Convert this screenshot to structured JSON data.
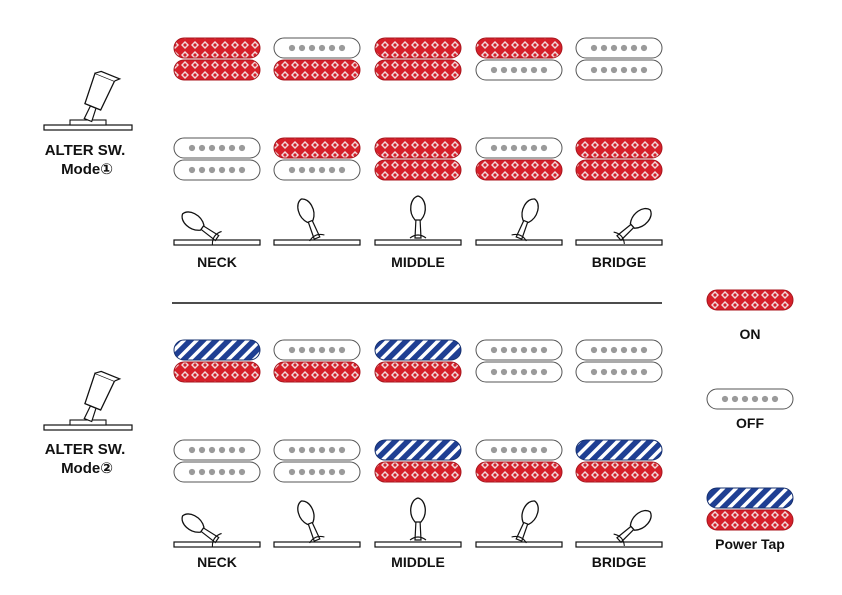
{
  "sections": [
    {
      "id": "mode1",
      "alter_label_line1": "ALTER SW.",
      "alter_label_line2": "Mode①",
      "positions": [
        {
          "neck": "on",
          "bridge": "on"
        },
        {
          "neck": "off",
          "bridge": "on"
        },
        {
          "neck": "on",
          "bridge": "on"
        },
        {
          "neck": "on",
          "bridge": "off"
        },
        {
          "neck": "off",
          "bridge": "off"
        }
      ],
      "combos": [
        {
          "neck": "off",
          "bridge": "off"
        },
        {
          "neck": "on",
          "bridge": "off"
        },
        {
          "neck": "on",
          "bridge": "on"
        },
        {
          "neck": "off",
          "bridge": "on"
        },
        {
          "neck": "on",
          "bridge": "on"
        }
      ],
      "selector_labels": [
        "NECK",
        "",
        "MIDDLE",
        "",
        "BRIDGE"
      ]
    },
    {
      "id": "mode2",
      "alter_label_line1": "ALTER SW.",
      "alter_label_line2": "Mode②",
      "positions": [
        {
          "neck": "tap",
          "bridge": "on"
        },
        {
          "neck": "off",
          "bridge": "on"
        },
        {
          "neck": "tap",
          "bridge": "on"
        },
        {
          "neck": "off",
          "bridge": "off"
        },
        {
          "neck": "off",
          "bridge": "off"
        }
      ],
      "combos": [
        {
          "neck": "off",
          "bridge": "off"
        },
        {
          "neck": "off",
          "bridge": "off"
        },
        {
          "neck": "tap",
          "bridge": "on"
        },
        {
          "neck": "off",
          "bridge": "on"
        },
        {
          "neck": "tap",
          "bridge": "on"
        }
      ],
      "selector_labels": [
        "NECK",
        "",
        "MIDDLE",
        "",
        "BRIDGE"
      ]
    }
  ],
  "legend": [
    {
      "state": "on",
      "label": "ON"
    },
    {
      "state": "off",
      "label": "OFF"
    },
    {
      "state": "tap",
      "label": "Power Tap"
    }
  ],
  "colors": {
    "on": "#d6202a",
    "tap": "#1f3f93",
    "off_pole": "#9a9a9a",
    "outline": "#555555",
    "line": "#111111"
  }
}
